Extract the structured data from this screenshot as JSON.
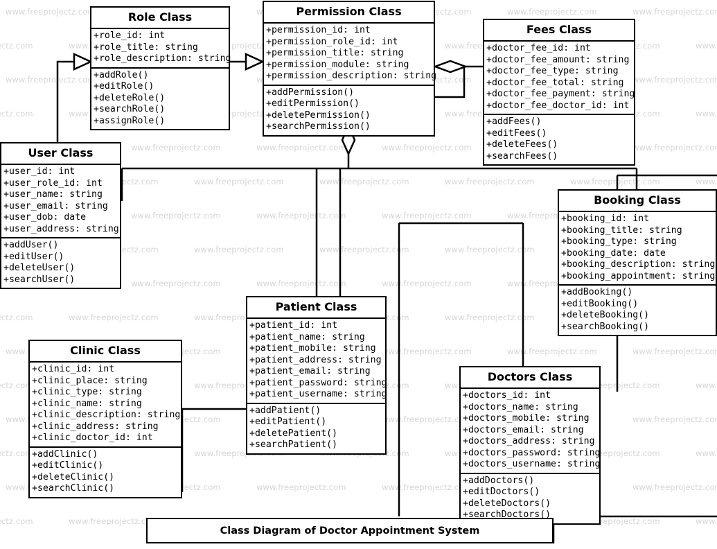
{
  "diagram": {
    "caption": "Class Diagram of Doctor Appointment System",
    "watermark_text": "www.freeprojectz.com",
    "line_color": "#000000",
    "background_color": "#ffffff",
    "watermark_color": "#d6d6d6"
  },
  "classes": [
    {
      "id": "role",
      "title": "Role Class",
      "attributes": [
        "+role_id: int",
        "+role_title: string",
        "+role_description: string"
      ],
      "methods": [
        "+addRole()",
        "+editRole()",
        "+deleteRole()",
        "+searchRole()",
        "+assignRole()"
      ]
    },
    {
      "id": "permission",
      "title": "Permission Class",
      "attributes": [
        "+permission_id: int",
        "+permission_role_id: int",
        "+permission_title: string",
        "+permission_module: string",
        "+permission_description: string"
      ],
      "methods": [
        "+addPermission()",
        "+editPermission()",
        "+deletePermission()",
        "+searchPermission()"
      ]
    },
    {
      "id": "fees",
      "title": "Fees Class",
      "attributes": [
        "+doctor_fee_id: int",
        "+doctor_fee_amount: string",
        "+doctor_fee_type: string",
        "+doctor_fee_total: string",
        "+doctor_fee_payment: string",
        "+doctor_fee_doctor_id: int"
      ],
      "methods": [
        "+addFees()",
        "+editFees()",
        "+deleteFees()",
        "+searchFees()"
      ]
    },
    {
      "id": "user",
      "title": "User Class",
      "attributes": [
        "+user_id: int",
        "+user_role_id: int",
        "+user_name: string",
        "+user_email: string",
        "+user_dob: date",
        "+user_address: string"
      ],
      "methods": [
        "+addUser()",
        "+editUser()",
        "+deleteUser()",
        "+searchUser()"
      ]
    },
    {
      "id": "booking",
      "title": "Booking Class",
      "attributes": [
        "+booking_id: int",
        "+booking_title: string",
        "+booking_type: string",
        "+booking_date: date",
        "+booking_description: string",
        "+booking_appointment: string"
      ],
      "methods": [
        "+addBooking()",
        "+editBooking()",
        "+deleteBooking()",
        "+searchBooking()"
      ]
    },
    {
      "id": "patient",
      "title": "Patient Class",
      "attributes": [
        "+patient_id: int",
        "+patient_name: string",
        "+patient_mobile: string",
        "+patient_address: string",
        "+patient_email: string",
        "+patient_password: string",
        "+patient_username: string"
      ],
      "methods": [
        "+addPatient()",
        "+editPatient()",
        "+deletePatient()",
        "+searchPatient()"
      ]
    },
    {
      "id": "clinic",
      "title": "Clinic Class",
      "attributes": [
        "+clinic_id: int",
        "+clinic_place: string",
        "+clinic_type: string",
        "+clinic_name: string",
        "+clinic_description: string",
        "+clinic_address: string",
        "+clinic_doctor_id: int"
      ],
      "methods": [
        "+addClinic()",
        "+editClinic()",
        "+deleteClinic()",
        "+searchClinic()"
      ]
    },
    {
      "id": "doctors",
      "title": "Doctors Class",
      "attributes": [
        "+doctors_id: int",
        "+doctors_name: string",
        "+doctors_mobile: string",
        "+doctors_email: string",
        "+doctors_address: string",
        "+doctors_password: string",
        "+doctors_username: string"
      ],
      "methods": [
        "+addDoctors()",
        "+editDoctors()",
        "+deleteDoctors()",
        "+searchDoctors()"
      ]
    }
  ],
  "relationships": [
    {
      "from": "user",
      "to": "role",
      "type": "generalization"
    },
    {
      "from": "role",
      "to": "permission",
      "type": "generalization"
    },
    {
      "from": "permission",
      "to": "fees",
      "type": "aggregation"
    },
    {
      "from": "permission",
      "to": "patient",
      "type": "aggregation"
    },
    {
      "from": "permission",
      "to": "booking",
      "type": "association"
    },
    {
      "from": "clinic",
      "to": "patient",
      "type": "association"
    },
    {
      "from": "doctors",
      "to": "booking",
      "type": "association"
    },
    {
      "from": "doctors",
      "to": "caption",
      "type": "association"
    }
  ]
}
